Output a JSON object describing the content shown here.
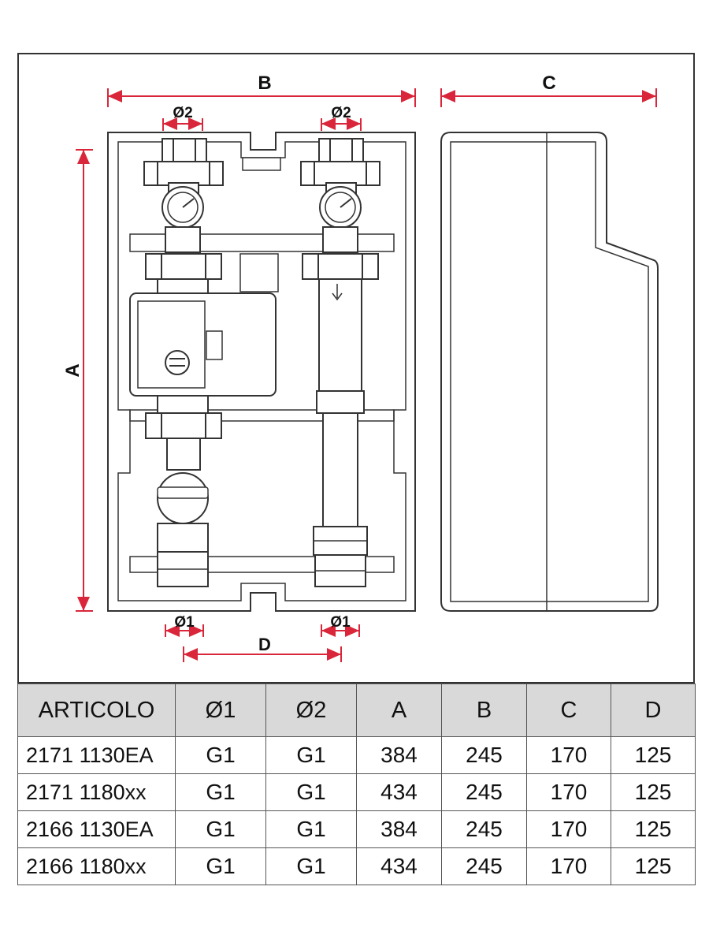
{
  "dimensions": {
    "a": "A",
    "b": "B",
    "c": "C",
    "d": "D",
    "phi1_left": "Ø1",
    "phi1_right": "Ø1",
    "phi2_left": "Ø2",
    "phi2_right": "Ø2"
  },
  "colors": {
    "dimension_line": "#d9263a",
    "outline": "#333333",
    "header_bg": "#d9d9d9"
  },
  "table": {
    "headers": [
      "ARTICOLO",
      "Ø1",
      "Ø2",
      "A",
      "B",
      "C",
      "D"
    ],
    "rows": [
      [
        "2171 1130EA",
        "G1",
        "G1",
        "384",
        "245",
        "170",
        "125"
      ],
      [
        "2171 1180xx",
        "G1",
        "G1",
        "434",
        "245",
        "170",
        "125"
      ],
      [
        "2166 1130EA",
        "G1",
        "G1",
        "384",
        "245",
        "170",
        "125"
      ],
      [
        "2166 1180xx",
        "G1",
        "G1",
        "434",
        "245",
        "170",
        "125"
      ]
    ]
  }
}
